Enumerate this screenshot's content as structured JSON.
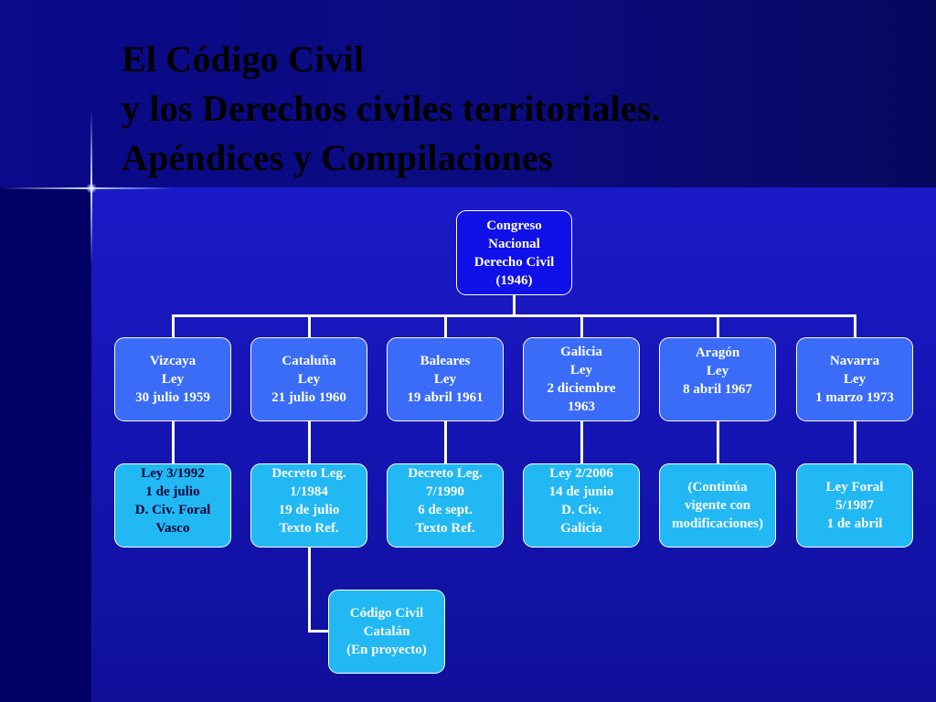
{
  "title": {
    "line1": "El Código Civil",
    "line2": "y los Derechos civiles territoriales.",
    "line3": "Apéndices y Compilaciones"
  },
  "root": {
    "lines": [
      "Congreso",
      "Nacional",
      "Derecho Civil",
      "(1946)"
    ]
  },
  "regions": [
    {
      "lines": [
        "Vizcaya",
        "Ley",
        "30 julio 1959"
      ]
    },
    {
      "lines": [
        "Cataluña",
        "Ley",
        "21 julio 1960"
      ]
    },
    {
      "lines": [
        "Baleares",
        "Ley",
        "19 abril 1961"
      ]
    },
    {
      "lines": [
        "Galicia",
        "Ley",
        "2 diciembre",
        "1963"
      ]
    },
    {
      "lines": [
        "Aragón",
        "Ley",
        "8 abril 1967"
      ]
    },
    {
      "lines": [
        "Navarra",
        "Ley",
        "1 marzo 1973"
      ]
    }
  ],
  "laws": [
    {
      "lines": [
        "Ley 3/1992",
        "1 de julio",
        "D. Civ. Foral",
        "Vasco"
      ]
    },
    {
      "lines": [
        "Decreto Leg.",
        "1/1984",
        "19 de julio",
        "Texto Ref."
      ]
    },
    {
      "lines": [
        "Decreto Leg.",
        "7/1990",
        "6 de sept.",
        "Texto Ref."
      ]
    },
    {
      "lines": [
        "Ley 2/2006",
        "14 de junio",
        "D. Civ.",
        "Galicia"
      ]
    },
    {
      "lines": [
        "(Continúa",
        "vigente con",
        "modificaciones)"
      ]
    },
    {
      "lines": [
        "Ley Foral",
        "5/1987",
        "1 de abril"
      ]
    }
  ],
  "project": {
    "lines": [
      "Código Civil",
      "Catalán",
      "(En proyecto)"
    ]
  }
}
